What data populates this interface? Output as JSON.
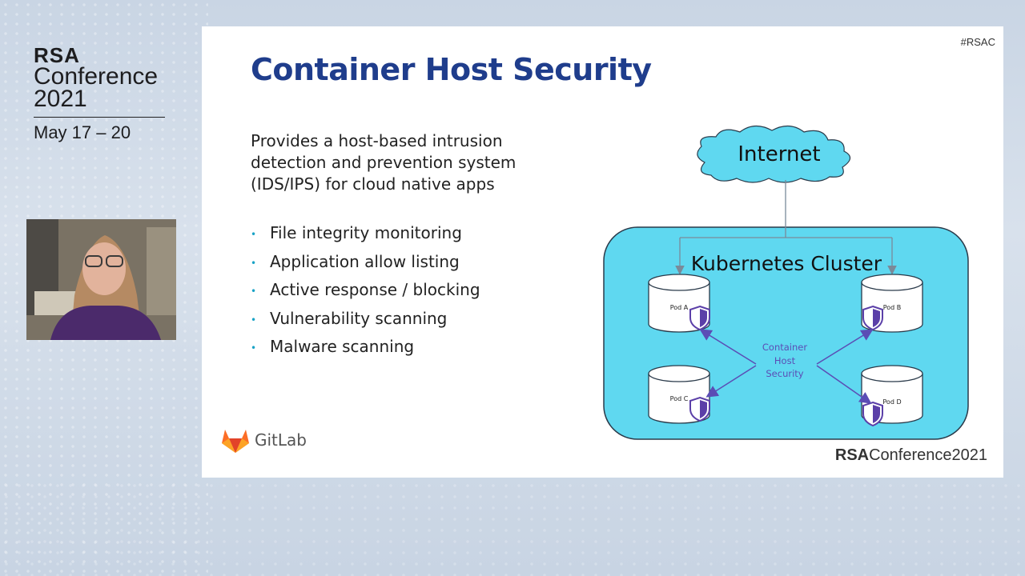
{
  "brand": {
    "rsa": "RSA",
    "conference": "Conference",
    "year": "2021",
    "dates": "May 17 – 20"
  },
  "webcam": {
    "description_icon": "presenter-video"
  },
  "slide": {
    "hashtag": "#RSAC",
    "title": "Container Host Security",
    "intro": "Provides a host-based intrusion detection and prevention system (IDS/IPS) for cloud native apps",
    "bullets": [
      "File integrity monitoring",
      "Application allow listing",
      "Active response / blocking",
      "Vulnerability scanning",
      "Malware scanning"
    ],
    "gitlab_label": "GitLab",
    "footer_rsa": "RSA",
    "footer_conference": "Conference2021",
    "diagram": {
      "internet_label": "Internet",
      "cluster_label": "Kubernetes Cluster",
      "center_label_lines": [
        "Container",
        "Host",
        "Security"
      ],
      "pods": [
        "Pod A",
        "Pod B",
        "Pod C",
        "Pod D"
      ]
    }
  },
  "colors": {
    "title_blue": "#1f3d8c",
    "cluster_fill": "#5fd8f0",
    "arrow_purple": "#5b4db5",
    "shield_purple": "#5b3fa8",
    "bullet_teal": "#1aa3c6",
    "gitlab_orange": "#e24329"
  }
}
